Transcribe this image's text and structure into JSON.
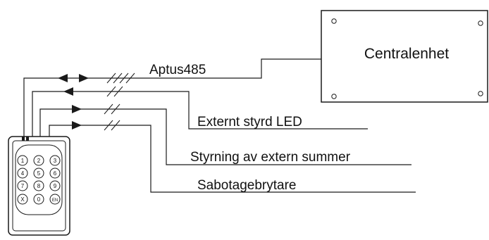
{
  "central_unit": {
    "label": "Centralenhet"
  },
  "connections": [
    {
      "id": "aptus",
      "label": "Aptus485",
      "direction": "bidirectional"
    },
    {
      "id": "led",
      "label": "Externt styrd LED",
      "direction": "to-reader"
    },
    {
      "id": "summer",
      "label": "Styrning av extern summer",
      "direction": "from-reader"
    },
    {
      "id": "sabotage",
      "label": "Sabotagebrytare",
      "direction": "from-reader"
    }
  ],
  "keypad": {
    "keys": [
      "1",
      "2",
      "3",
      "4",
      "5",
      "6",
      "7",
      "8",
      "9",
      "X",
      "0",
      "EN"
    ]
  },
  "colors": {
    "line": "#1a1a1a",
    "background": "#ffffff"
  }
}
